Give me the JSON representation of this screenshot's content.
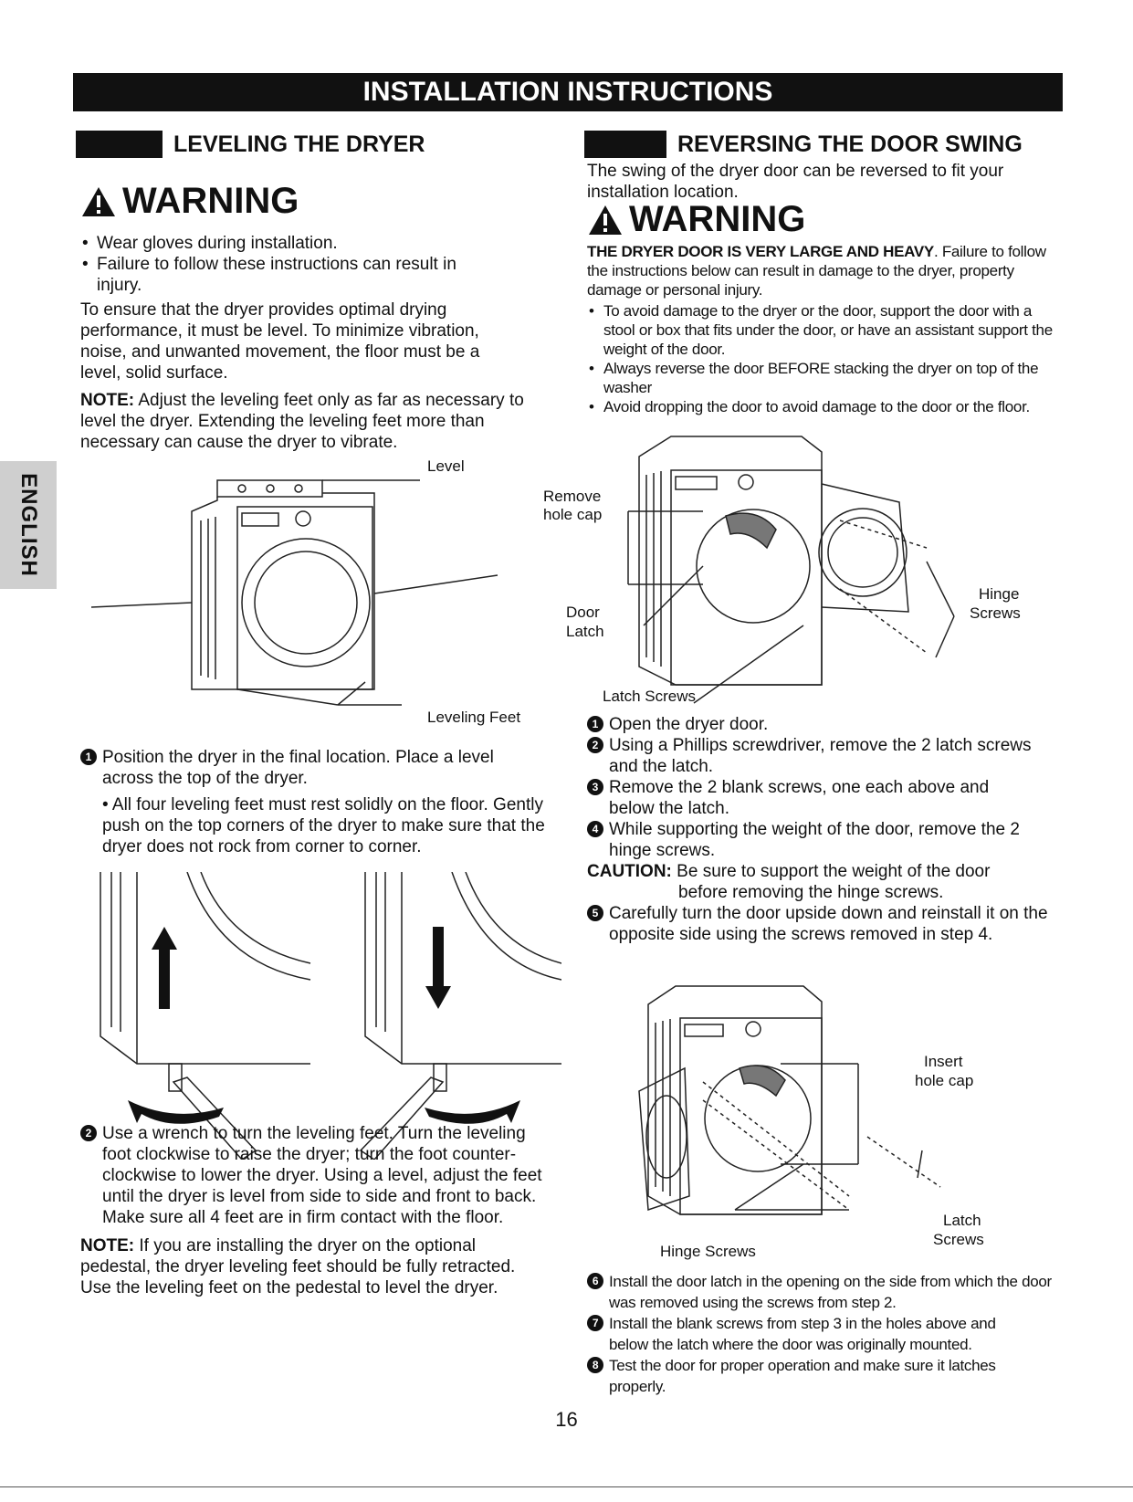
{
  "banner": "INSTALLATION INSTRUCTIONS",
  "side_tab": "ENGLISH",
  "left": {
    "heading": "LEVELING THE DRYER",
    "warning": "WARNING",
    "bullets": [
      "Wear gloves during installation.",
      "Failure to follow these instructions can result in injury."
    ],
    "para1": "To ensure that the dryer provides optimal drying performance, it must be level. To minimize vibration, noise, and unwanted movement, the floor must be a level, solid surface.",
    "note1_label": "NOTE:",
    "note1_text": " Adjust the leveling feet only as far as necessary to level the dryer. Extending the leveling feet more than necessary can cause the dryer to vibrate.",
    "fig_level": "Level",
    "fig_feet": "Leveling Feet",
    "step1_num": "1",
    "step1": "Position the dryer in the final location. Place a level across the top of the dryer.",
    "step1_sub": "All four leveling feet must rest solidly on the floor. Gently push on the top corners of the dryer to make sure that the dryer does not rock from corner to corner.",
    "step2_num": "2",
    "step2": "Use a wrench to turn the leveling feet. Turn the leveling foot clockwise to raise the dryer; turn the foot counter-clockwise to lower the dryer. Using a level, adjust the feet until the dryer is level from side to side and front to back. Make sure all 4 feet are in firm contact with the floor.",
    "note2_label": "NOTE:",
    "note2_text": " If you are installing the dryer on the optional pedestal, the dryer leveling feet should be fully retracted. Use the leveling feet on the pedestal to level the dryer."
  },
  "right": {
    "heading": "REVERSING THE DOOR SWING",
    "intro": "The swing of the dryer door can be reversed to fit your installation location.",
    "warning": "WARNING",
    "warn_bold": "THE DRYER DOOR IS VERY LARGE AND HEAVY",
    "warn_text": ". Failure to follow the instructions below can result in damage to the dryer, property damage or personal injury.",
    "bullets": [
      "To avoid damage to the dryer or the door, support the door with a stool or box that fits under the door, or have an assistant support the weight of the door.",
      "Always reverse the door BEFORE stacking the dryer on top of the washer",
      "Avoid dropping the door to avoid damage to the door or the floor."
    ],
    "fig1": {
      "remove": "Remove",
      "hole_cap": "hole cap",
      "door": "Door",
      "latch": "Latch",
      "hinge": "Hinge",
      "screws": "Screws",
      "latch_screws": "Latch Screws"
    },
    "steps": [
      {
        "num": "1",
        "text": "Open the dryer door."
      },
      {
        "num": "2",
        "text": "Using a Phillips screwdriver, remove the 2 latch screws and the latch."
      },
      {
        "num": "3",
        "text": "Remove the 2 blank screws, one each above and below the latch."
      },
      {
        "num": "4",
        "text": "While supporting the weight of the door, remove the 2 hinge screws."
      }
    ],
    "caution_label": "CAUTION:",
    "caution_line1": " Be sure to support the weight of the door",
    "caution_line2": "before removing the hinge screws.",
    "step5_num": "5",
    "step5": "Carefully turn the door upside down and reinstall it on the opposite side using the screws removed in step 4.",
    "fig2": {
      "insert": "Insert",
      "hole_cap": "hole cap",
      "latch": "Latch",
      "screws": "Screws",
      "hinge_screws": "Hinge Screws"
    },
    "steps_b": [
      {
        "num": "6",
        "text": "Install the door latch in the opening on the side from which the door was removed using the screws from step 2."
      },
      {
        "num": "7",
        "text": "Install the blank screws from step 3 in the holes above and below the latch where the door was originally mounted."
      },
      {
        "num": "8",
        "text": "Test the door for proper operation and make sure it latches properly."
      }
    ]
  },
  "page_number": "16"
}
